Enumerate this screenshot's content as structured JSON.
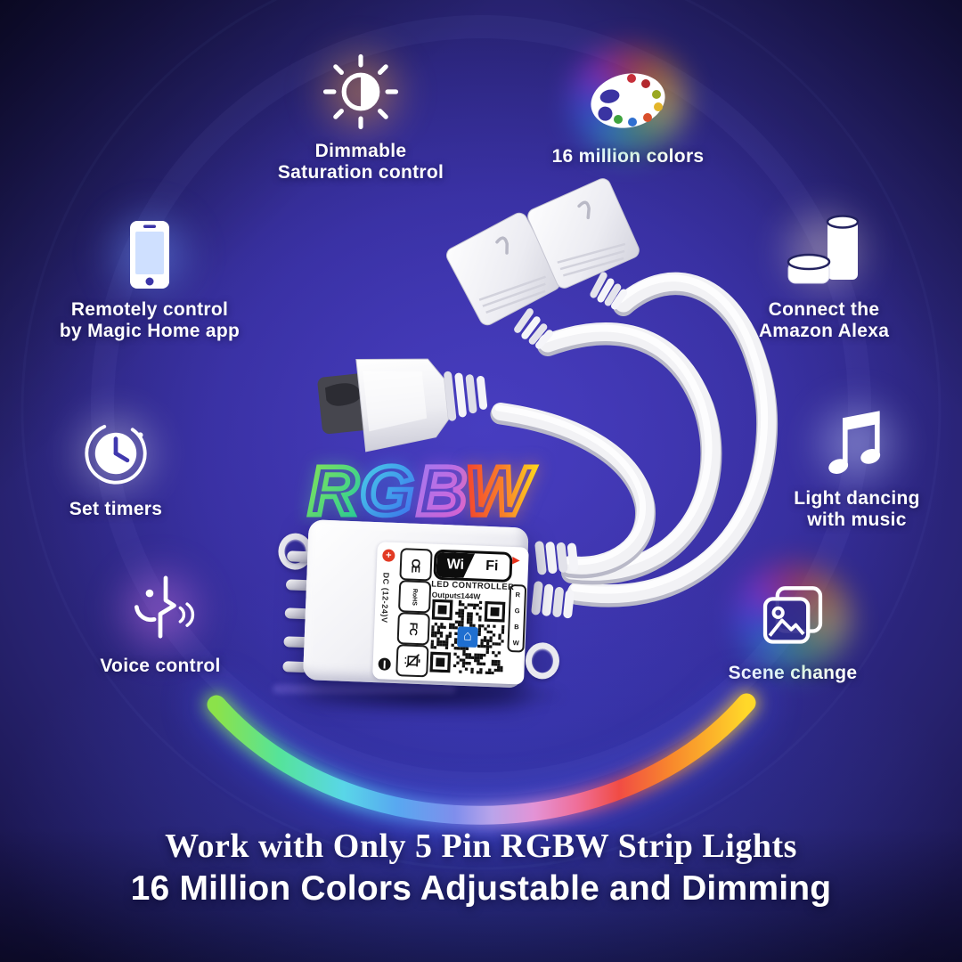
{
  "features": [
    {
      "id": "dimmable",
      "icon": "sun-half-icon",
      "label_lines": [
        "Dimmable",
        "Saturation control"
      ]
    },
    {
      "id": "million-colors",
      "icon": "palette-icon",
      "label_lines": [
        "16 million colors",
        ""
      ]
    },
    {
      "id": "remote-control",
      "icon": "smartphone-icon",
      "label_lines": [
        "Remotely control",
        "by Magic Home app"
      ]
    },
    {
      "id": "alexa",
      "icon": "echo-speakers-icon",
      "label_lines": [
        "Connect the",
        "Amazon Alexa"
      ]
    },
    {
      "id": "timers",
      "icon": "clock-icon",
      "label_lines": [
        "Set timers",
        ""
      ]
    },
    {
      "id": "music",
      "icon": "music-note-icon",
      "label_lines": [
        "Light dancing",
        "with music"
      ]
    },
    {
      "id": "voice",
      "icon": "voice-face-icon",
      "label_lines": [
        "Voice control",
        ""
      ]
    },
    {
      "id": "scene",
      "icon": "photos-icon",
      "label_lines": [
        "Scene change",
        ""
      ]
    }
  ],
  "logo": {
    "letters": [
      "R",
      "G",
      "B",
      "W"
    ],
    "colors": [
      [
        "#8ae352",
        "#22cf9f"
      ],
      [
        "#49d4e6",
        "#3b6ff0"
      ],
      [
        "#9b7bf2",
        "#e25fd2"
      ],
      [
        "#f4432e",
        "#ffd21e"
      ]
    ]
  },
  "device": {
    "dc_text": "DC (12-24)V",
    "plus": "+",
    "wifi_wi": "Wi",
    "wifi_fi": "Fi",
    "title": "LED CONTROLLER",
    "output": "Output≤144W",
    "certs": [
      "CE",
      "RoHS",
      "FC"
    ],
    "channels": [
      "R",
      "G",
      "B",
      "W"
    ],
    "arrow": "▶"
  },
  "headline": {
    "line1": "Work with Only 5 Pin RGBW Strip Lights",
    "line2": "16 Million Colors Adjustable and Dimming"
  },
  "rainbow_colors": [
    "#8be24a",
    "#55e39b",
    "#59d6e8",
    "#58a8f0",
    "#7f8eec",
    "#b9a4ea",
    "#e393d6",
    "#ef6f9a",
    "#f14c44",
    "#f8892c",
    "#ffd829"
  ]
}
